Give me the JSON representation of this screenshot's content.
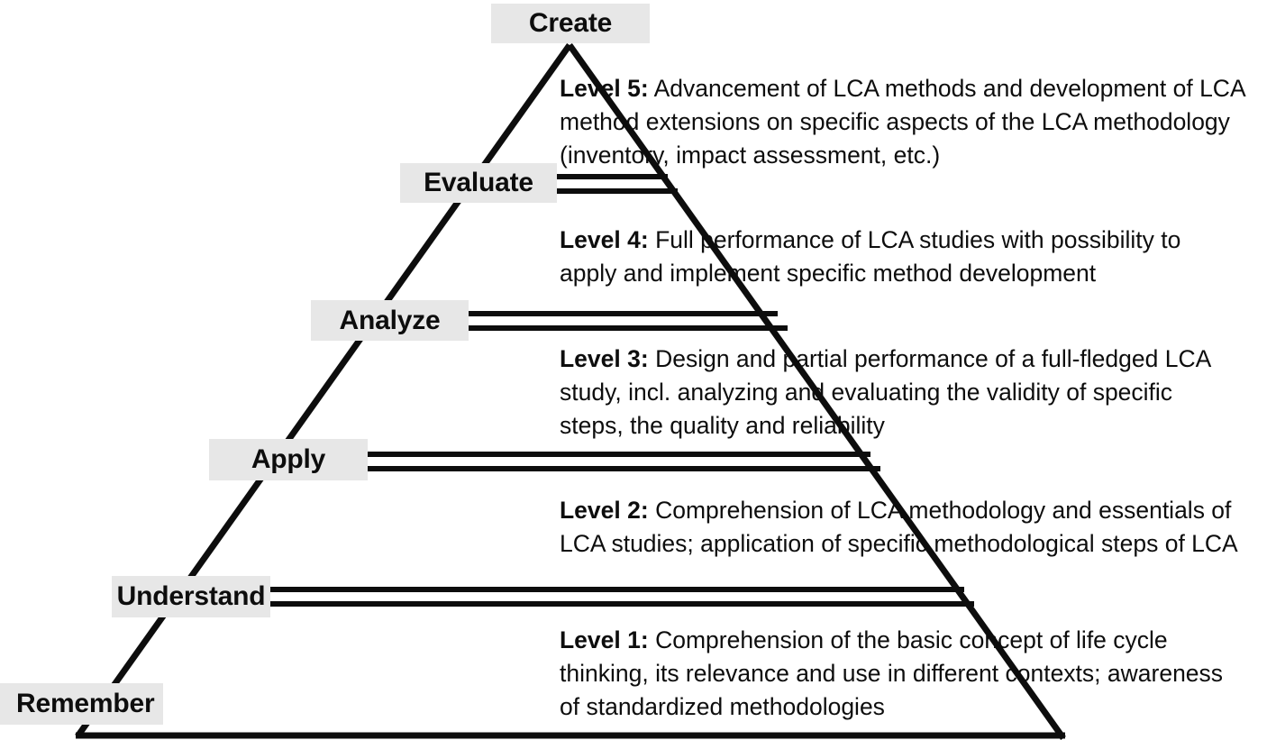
{
  "diagram": {
    "title_visible": false,
    "accent_box_color": "#e7e7e7",
    "line_color": "#0d0d0d",
    "text_color": "#0d0d0d",
    "levels": [
      {
        "id": "create",
        "box_label": "Create",
        "level_lead": "Level 5:",
        "level_text": " Advancement of LCA methods and development of LCA method extensions on specific aspects of the LCA methodology (inventory, impact assessment, etc.)",
        "lines": [
          " Advancement of LCA methods and development of LCA",
          "method extensions on specific aspects of the LCA methodology",
          "(inventory, impact assessment, etc.)"
        ]
      },
      {
        "id": "evaluate",
        "box_label": "Evaluate",
        "level_lead": "Level 4:",
        "level_text": " Full performance of LCA studies with possibility to apply and implement specific method development",
        "lines": [
          " Full performance of LCA studies with possibility to",
          "apply and implement specific method development"
        ]
      },
      {
        "id": "analyze",
        "box_label": "Analyze",
        "level_lead": "Level 3:",
        "level_text": " Design and partial performance of a full-fledged LCA study, incl. analyzing and evaluating the validity of specific steps, the quality and reliability",
        "lines": [
          " Design and partial performance of a full-fledged LCA",
          "study, incl. analyzing and evaluating the validity of specific",
          "steps, the quality and reliability"
        ]
      },
      {
        "id": "apply",
        "box_label": "Apply",
        "level_lead": "Level 2:",
        "level_text": " Comprehension of LCA methodology and essentials of LCA studies; application of specific methodological steps of LCA",
        "lines": [
          " Comprehension of LCA methodology and essentials of",
          "LCA studies; application of specific methodological steps of LCA"
        ]
      },
      {
        "id": "understand",
        "box_label": "Understand",
        "level_lead": "Level 1:",
        "level_text": " Comprehension of the basic concept of life cycle thinking, its relevance and use in different contexts; awareness of standardized methodologies",
        "lines": [
          " Comprehension of the basic concept of life cycle",
          "thinking, its relevance and use in different contexts; awareness",
          "of standardized methodologies"
        ]
      },
      {
        "id": "remember",
        "box_label": "Remember",
        "level_lead": "",
        "level_text": "",
        "lines": []
      }
    ]
  }
}
